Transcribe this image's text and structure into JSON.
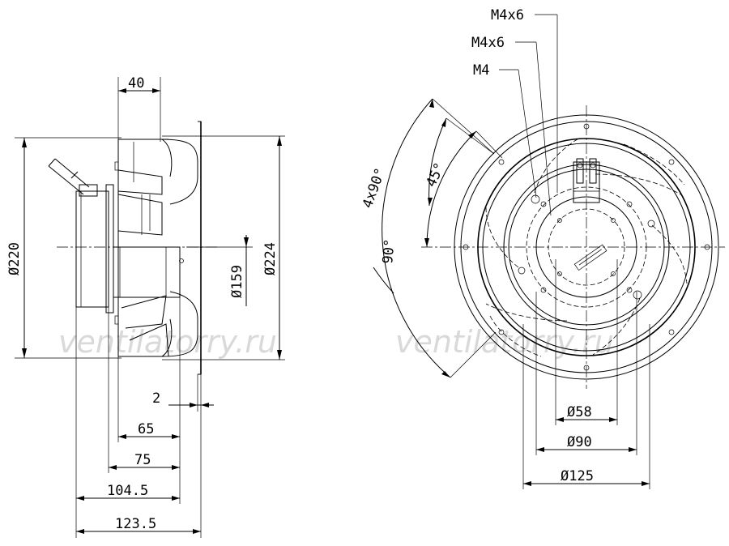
{
  "side_view": {
    "dims": {
      "d220": "Ø220",
      "d224": "Ø224",
      "d159": "Ø159",
      "w40": "40",
      "w2": "2",
      "w65": "65",
      "w75": "75",
      "w104_5": "104.5",
      "w123_5": "123.5"
    }
  },
  "front_view": {
    "labels": {
      "m4x6_top": "M4x6",
      "m4x6_mid": "M4x6",
      "m4": "M4",
      "angle_4x90": "4x90°",
      "angle_45": "45°",
      "angle_90": "90°"
    },
    "dims": {
      "d58": "Ø58",
      "d90": "Ø90",
      "d125": "Ø125"
    }
  },
  "watermark": {
    "left": "ventilatorry.ru",
    "right": "ventilatorry.ru"
  }
}
